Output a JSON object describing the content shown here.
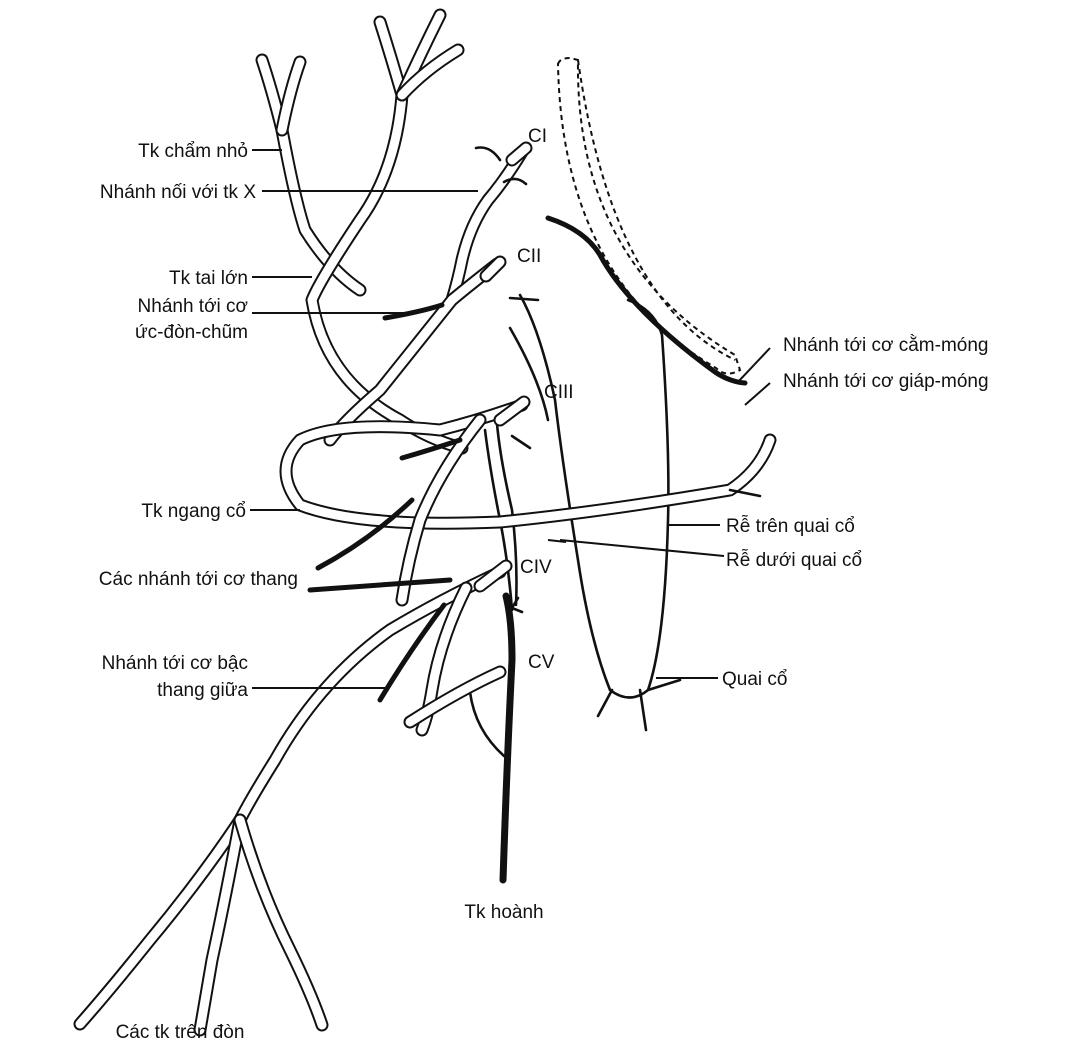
{
  "labels": {
    "tk_cham_nho": "Tk chẩm nhỏ",
    "nhanh_noi_tk_x": "Nhánh nối với tk X",
    "tk_tai_lon": "Tk tai lớn",
    "nhanh_uc_don_chum_1": "Nhánh tới cơ",
    "nhanh_uc_don_chum_2": "ức-đòn-chũm",
    "tk_ngang_co": "Tk ngang cổ",
    "nhanh_co_thang": "Các nhánh tới cơ thang",
    "nhanh_bac_thang_1": "Nhánh tới cơ bậc",
    "nhanh_bac_thang_2": "thang giữa",
    "tk_tren_don": "Các tk trên đòn",
    "tk_hoanh": "Tk hoành",
    "nhanh_cam_mong": "Nhánh tới cơ cằm-móng",
    "nhanh_giap_mong": "Nhánh tới cơ giáp-móng",
    "re_tren": "Rễ trên quai cổ",
    "re_duoi": "Rễ dưới quai cổ",
    "quai_co": "Quai cổ"
  },
  "roots": {
    "c1": "CI",
    "c2": "CII",
    "c3": "CIII",
    "c4": "CIV",
    "c5": "CV"
  }
}
